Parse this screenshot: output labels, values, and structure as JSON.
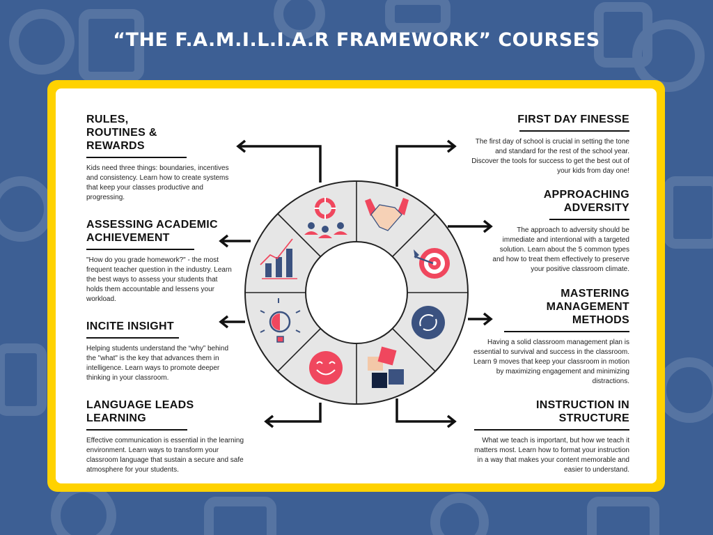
{
  "title": "“THE F.A.M.I.L.I.A.R FRAMEWORK” COURSES",
  "colors": {
    "background": "#3d5f94",
    "frame": "#ffd200",
    "accent_red": "#f0475e",
    "navy": "#3b5280",
    "wheel_fill": "#e6e6e6"
  },
  "courses_left": [
    {
      "title": "RULES, ROUTINES & REWARDS",
      "description": "Kids need three things: boundaries, incentives and consistency. Learn how to create systems that keep your classes productive and  progressing.",
      "icon": "target-group-icon"
    },
    {
      "title": "ASSESSING ACADEMIC ACHIEVEMENT",
      "description": "\"How do you grade homework?\" - the most frequent teacher question in the industry. Learn the best ways to assess your students that holds them accountable and lessens your workload.",
      "icon": "growth-chart-icon"
    },
    {
      "title": "INCITE INSIGHT",
      "description": "Helping students understand the “why” behind the \"what\" is the key that advances them in intelligence. Learn ways to promote deeper thinking in your classroom.",
      "icon": "lightbulb-gear-icon"
    },
    {
      "title": "LANGUAGE LEADS LEARNING",
      "description": "Effective communication is essential in the learning environment. Learn ways to transform your classroom language that sustain a secure and safe atmosphere for your students.",
      "icon": "smiley-icon"
    }
  ],
  "courses_right": [
    {
      "title": "FIRST DAY FINESSE",
      "description": "The first day of school is crucial in setting the tone and standard for the rest of the school year. Discover the tools for success to get the best out of your kids from day one!",
      "icon": "handshake-icon"
    },
    {
      "title": "APPROACHING ADVERSITY",
      "description": "The approach to adversity should be immediate and intentional with a targeted solution. Learn about the 5 common types and how to treat them effectively to preserve your positive classroom climate.",
      "icon": "dartboard-icon"
    },
    {
      "title": "MASTERING MANAGEMENT METHODS",
      "description": "Having a solid classroom management plan is essential to  survival and success in the classroom. Learn 9 moves that keep your classroom in motion by maximizing engagement and minimizing distractions.",
      "icon": "refresh-cycle-icon"
    },
    {
      "title": "INSTRUCTION IN STRUCTURE",
      "description": "What we teach is important, but how we teach it  matters most.  Learn how to format your instruction in a way that makes your content memorable and easier to understand.",
      "icon": "puzzle-icon"
    }
  ]
}
